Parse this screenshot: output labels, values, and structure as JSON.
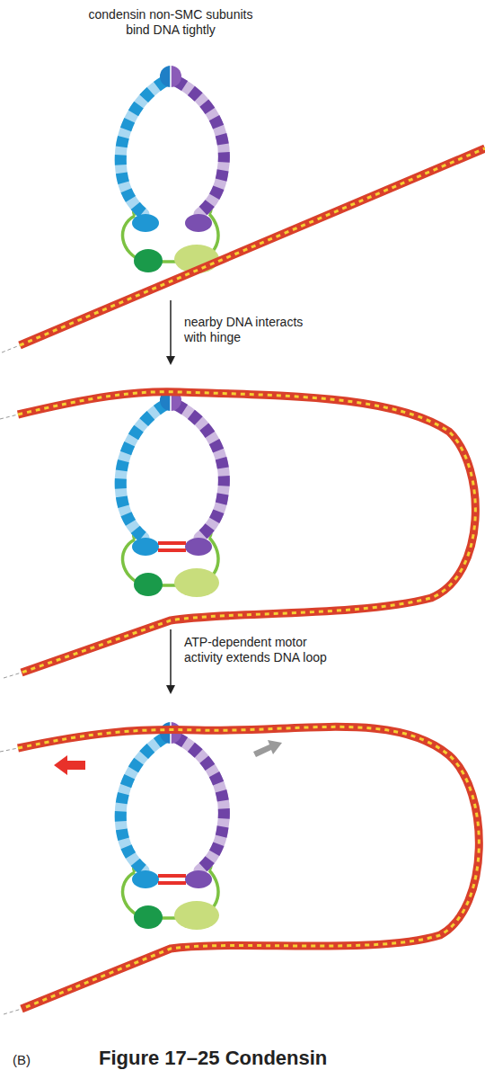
{
  "diagram": {
    "caption": "Figure 17–25 Condensin",
    "labels": [
      "condensin non-SMC subunits bind DNA tightly",
      "nearby DNA interacts with hinge",
      "ATP-dependent motor activity extends DNA loop",
      "(B)"
    ]
  }
}
